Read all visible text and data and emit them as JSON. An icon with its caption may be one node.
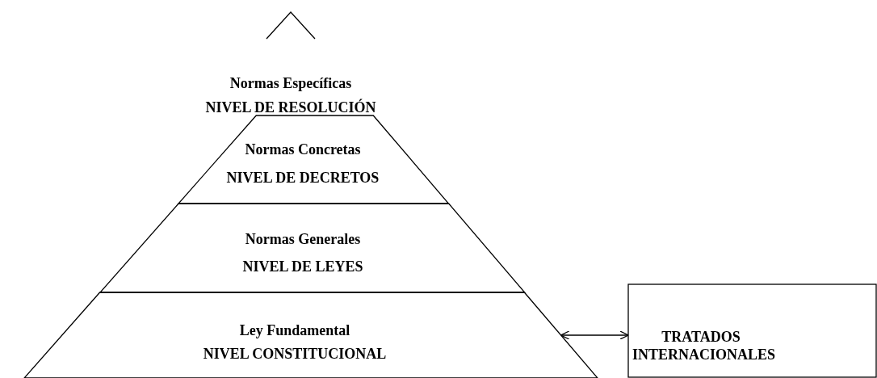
{
  "diagram": {
    "nodes": [
      {
        "text": [
          "Normas Específicas",
          "NIVEL DE RESOLUCIÓN"
        ]
      },
      {
        "text": [
          "Normas Concretas",
          "NIVEL DE DECRETOS"
        ]
      },
      {
        "text": [
          "Normas Generales",
          "NIVEL DE LEYES"
        ]
      },
      {
        "text": [
          "Ley Fundamental",
          "NIVEL CONSTITUCIONAL"
        ]
      },
      {
        "text": [
          "TRATADOS INTERNACIONALES"
        ]
      }
    ],
    "edges": [
      {
        "from": 3,
        "to": 4,
        "arrow": "both"
      }
    ]
  }
}
